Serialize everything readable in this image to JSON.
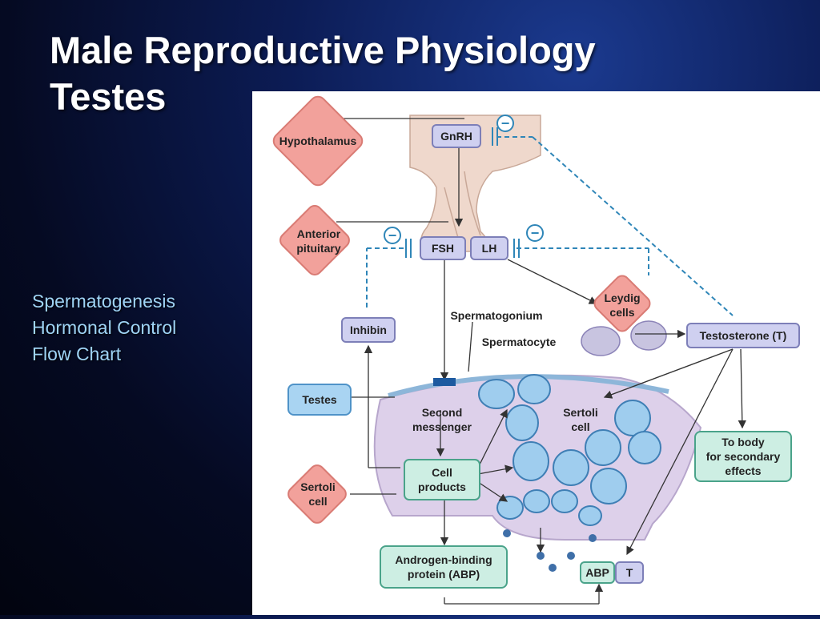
{
  "slide": {
    "title_line1": "Male Reproductive Physiology",
    "title_line2": "Testes"
  },
  "sidebar": {
    "line1": "Spermatogenesis",
    "line2": "Hormonal Control",
    "line3": "Flow Chart"
  },
  "diagram": {
    "labels": {
      "hypothalamus": "Hypothalamus",
      "anterior_pituitary_1": "Anterior",
      "anterior_pituitary_2": "pituitary",
      "gnrh": "GnRH",
      "fsh": "FSH",
      "lh": "LH",
      "inhibin": "Inhibin",
      "leydig_1": "Leydig",
      "leydig_2": "cells",
      "testosterone": "Testosterone (T)",
      "spermatogonium": "Spermatogonium",
      "spermatocyte": "Spermatocyte",
      "testes": "Testes",
      "second_messenger_1": "Second",
      "second_messenger_2": "messenger",
      "sertoli_cell_inner_1": "Sertoli",
      "sertoli_cell_inner_2": "cell",
      "cell_products_1": "Cell",
      "cell_products_2": "products",
      "sertoli_cell_1": "Sertoli",
      "sertoli_cell_2": "cell",
      "to_body_1": "To body",
      "to_body_2": "for secondary",
      "to_body_3": "effects",
      "abp_box_1": "Androgen-binding",
      "abp_box_2": "protein (ABP)",
      "abp": "ABP",
      "t": "T",
      "minus": "−"
    },
    "colors": {
      "diamond": "#f2a19b",
      "diamond_stroke": "#d97b74",
      "hormone_box": "#cfd0f0",
      "hormone_stroke": "#7d7fb8",
      "tissue_box": "#a9d4f2",
      "tissue_stroke": "#4f93c8",
      "product_box": "#cdeee3",
      "product_stroke": "#4aa38a",
      "tubule": "#ddd0ea",
      "cell_fill": "#9fcdee",
      "feedback": "#2f86b8"
    }
  }
}
